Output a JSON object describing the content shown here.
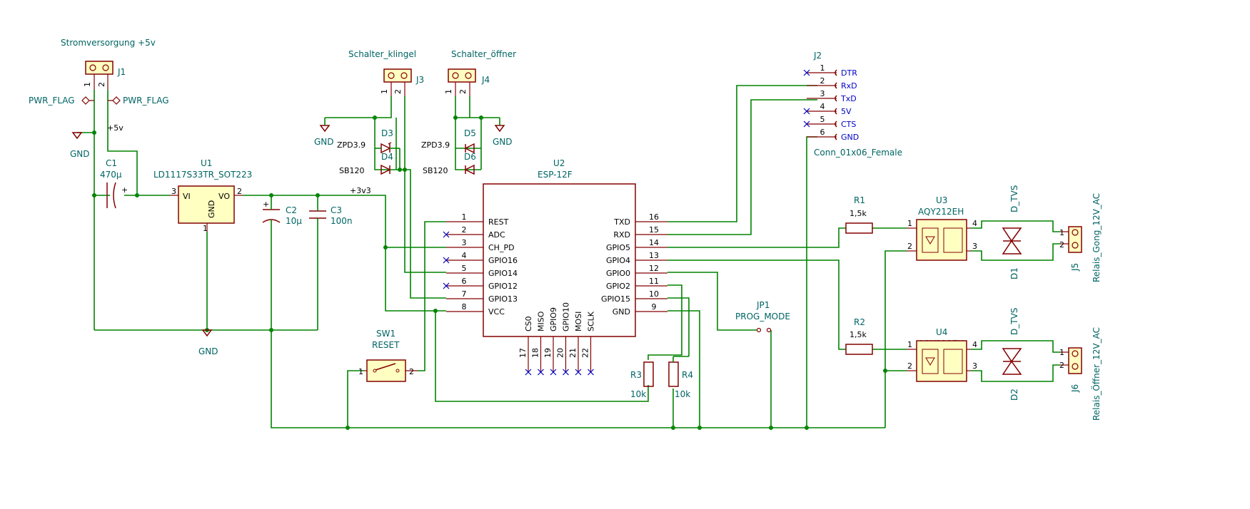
{
  "power": {
    "title": "Stromversorgung +5v",
    "pwr_flag": "PWR_FLAG",
    "gnd": "GND",
    "plus5v": "+5v",
    "plus3v3": "+3v3"
  },
  "connectors": {
    "j1": "J1",
    "j3": "J3",
    "j4": "J4",
    "j5": "J5",
    "j6": "J6",
    "j2": "J2",
    "schalter_klingel": "Schalter_klingel",
    "schalter_oeffner": "Schalter_öffner",
    "relais_gong": "Relais_Gong_12V_AC",
    "relais_oeffner": "Relais_Öffner_12V_AC",
    "j2_value": "Conn_01x06_Female",
    "j2_pins": [
      {
        "num": "1",
        "label": "DTR"
      },
      {
        "num": "2",
        "label": "RxD"
      },
      {
        "num": "3",
        "label": "TxD"
      },
      {
        "num": "4",
        "label": "5V"
      },
      {
        "num": "5",
        "label": "CTS"
      },
      {
        "num": "6",
        "label": "GND"
      }
    ]
  },
  "parts": {
    "c1": "C1",
    "c1_val": "470µ",
    "c2": "C2",
    "c2_val": "10µ",
    "c3": "C3",
    "c3_val": "100n",
    "u1": "U1",
    "u1_val": "LD1117S33TR_SOT223",
    "u1_vi": "VI",
    "u1_vo": "VO",
    "u1_gnd": "GND",
    "d3": "D3",
    "d4": "D4",
    "d5": "D5",
    "d6": "D6",
    "zpd": "ZPD3.9",
    "sb": "SB120",
    "u2": "U2",
    "u2_val": "ESP-12F",
    "r1": "R1",
    "r2": "R2",
    "r_val": "1,5k",
    "r3": "R3",
    "r4": "R4",
    "r_val2": "10k",
    "u3": "U3",
    "u4": "U4",
    "aqy": "AQY212EH",
    "dtvs": "D_TVS",
    "d1": "D1",
    "d2": "D2",
    "sw1": "SW1",
    "sw1_val": "RESET",
    "jp1": "JP1",
    "jp1_val": "PROG_MODE"
  },
  "esp": {
    "left": [
      {
        "num": "1",
        "label": "REST"
      },
      {
        "num": "2",
        "label": "ADC"
      },
      {
        "num": "3",
        "label": "CH_PD"
      },
      {
        "num": "4",
        "label": "GPIO16"
      },
      {
        "num": "5",
        "label": "GPIO14"
      },
      {
        "num": "6",
        "label": "GPIO12"
      },
      {
        "num": "7",
        "label": "GPIO13"
      },
      {
        "num": "8",
        "label": "VCC"
      }
    ],
    "right": [
      {
        "num": "16",
        "label": "TXD"
      },
      {
        "num": "15",
        "label": "RXD"
      },
      {
        "num": "14",
        "label": "GPIO5"
      },
      {
        "num": "13",
        "label": "GPIO4"
      },
      {
        "num": "12",
        "label": "GPIO0"
      },
      {
        "num": "11",
        "label": "GPIO2"
      },
      {
        "num": "10",
        "label": "GPIO15"
      },
      {
        "num": "9",
        "label": "GND"
      }
    ],
    "bottom": [
      {
        "num": "17",
        "label": "CS0"
      },
      {
        "num": "18",
        "label": "MISO"
      },
      {
        "num": "19",
        "label": "GPIO9"
      },
      {
        "num": "20",
        "label": "GPIO10"
      },
      {
        "num": "21",
        "label": "MOSI"
      },
      {
        "num": "22",
        "label": "SCLK"
      }
    ]
  },
  "misc_pins": {
    "p1": "1",
    "p2": "2",
    "p3": "3",
    "p4": "4"
  }
}
